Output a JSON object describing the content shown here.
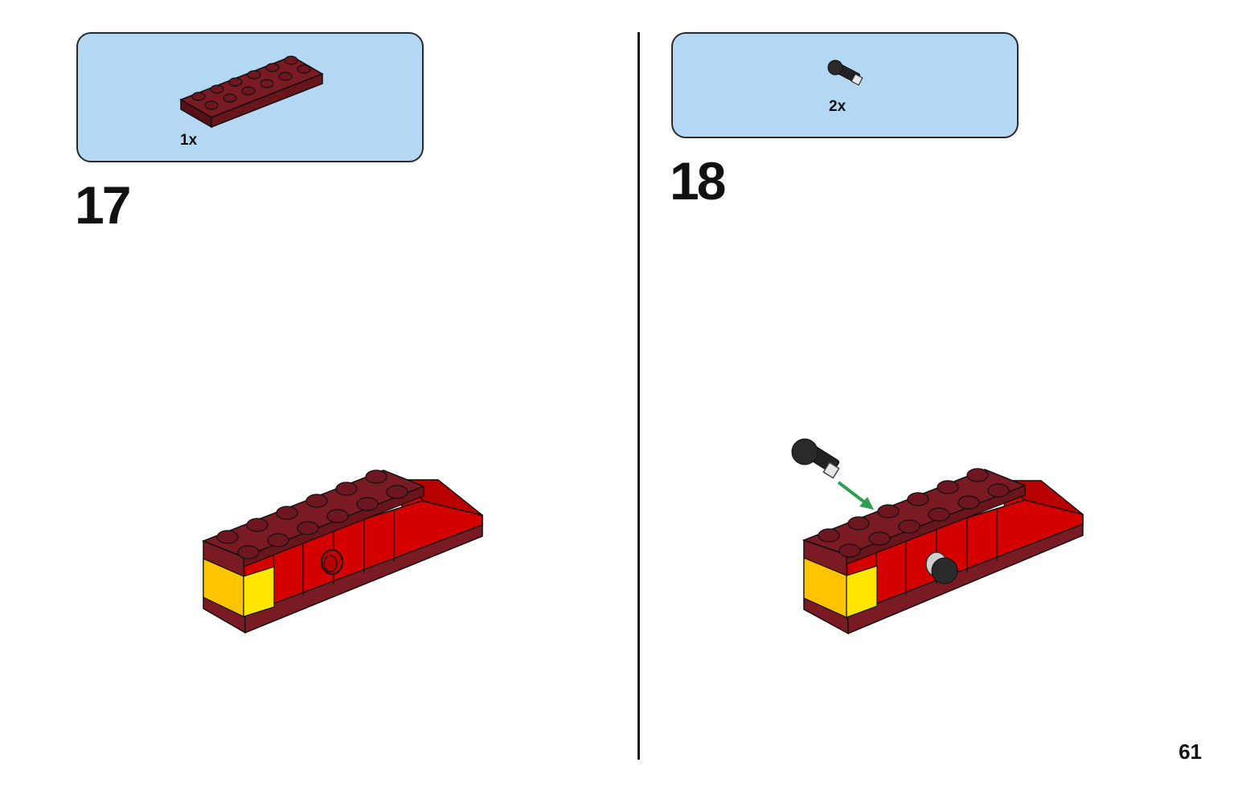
{
  "page": {
    "number": "61"
  },
  "steps": [
    {
      "number": "17",
      "parts_quantity": "1x"
    },
    {
      "number": "18",
      "parts_quantity": "2x"
    }
  ],
  "colors": {
    "callout_bg": "#b4d8f4",
    "dark_red": "#7a1a22",
    "red": "#d40000",
    "yellow": "#ffd700",
    "black": "#1b1b1b",
    "arrow_green": "#2e9e4f"
  },
  "icons": [
    "plate-2x6-icon",
    "friction-pin-icon",
    "assembly-arrow-icon"
  ]
}
